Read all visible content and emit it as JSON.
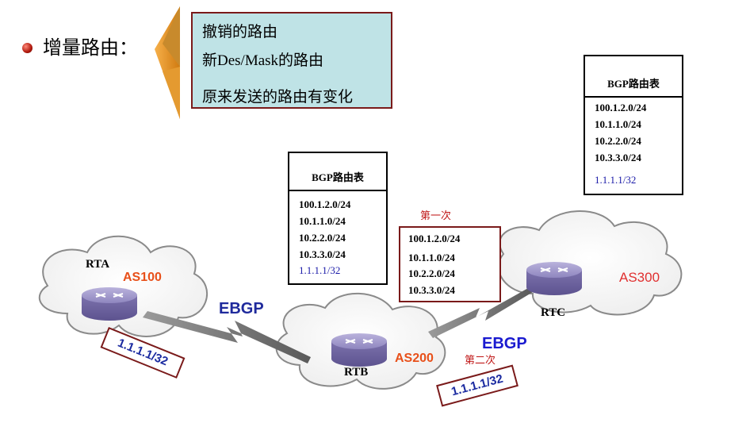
{
  "title": "增量路由：",
  "callout": {
    "lines": [
      "撤销的路由",
      "新Des/Mask的路由",
      "原来发送的路由有变化"
    ]
  },
  "rtb_table": {
    "header": "BGP路由表",
    "routes": [
      "100.1.2.0/24",
      "10.1.1.0/24",
      "10.2.2.0/24",
      "10.3.3.0/24"
    ],
    "new_route": "1.1.1.1/32"
  },
  "rtc_table": {
    "header": "BGP路由表",
    "routes": [
      "100.1.2.0/24",
      "10.1.1.0/24",
      "10.2.2.0/24",
      "10.3.3.0/24"
    ],
    "new_route": "1.1.1.1/32"
  },
  "update_first": {
    "label": "第一次",
    "routes": [
      "100.1.2.0/24",
      "10.1.1.0/24",
      "10.2.2.0/24",
      "10.3.3.0/24"
    ]
  },
  "update_second": {
    "label": "第二次",
    "route": "1.1.1.1/32"
  },
  "rta_update": {
    "route": "1.1.1.1/32"
  },
  "routers": {
    "rta": {
      "name": "RTA",
      "as": "AS100"
    },
    "rtb": {
      "name": "RTB",
      "as": "AS200"
    },
    "rtc": {
      "name": "RTC",
      "as": "AS300"
    }
  },
  "links": {
    "ab": "EBGP",
    "bc": "EBGP"
  },
  "colors": {
    "cloud_stroke": "#8a8a8a",
    "router_body": "#8a7fb8",
    "accent_red": "#7a1a1a",
    "callout_fill": "#bfe3e6"
  }
}
